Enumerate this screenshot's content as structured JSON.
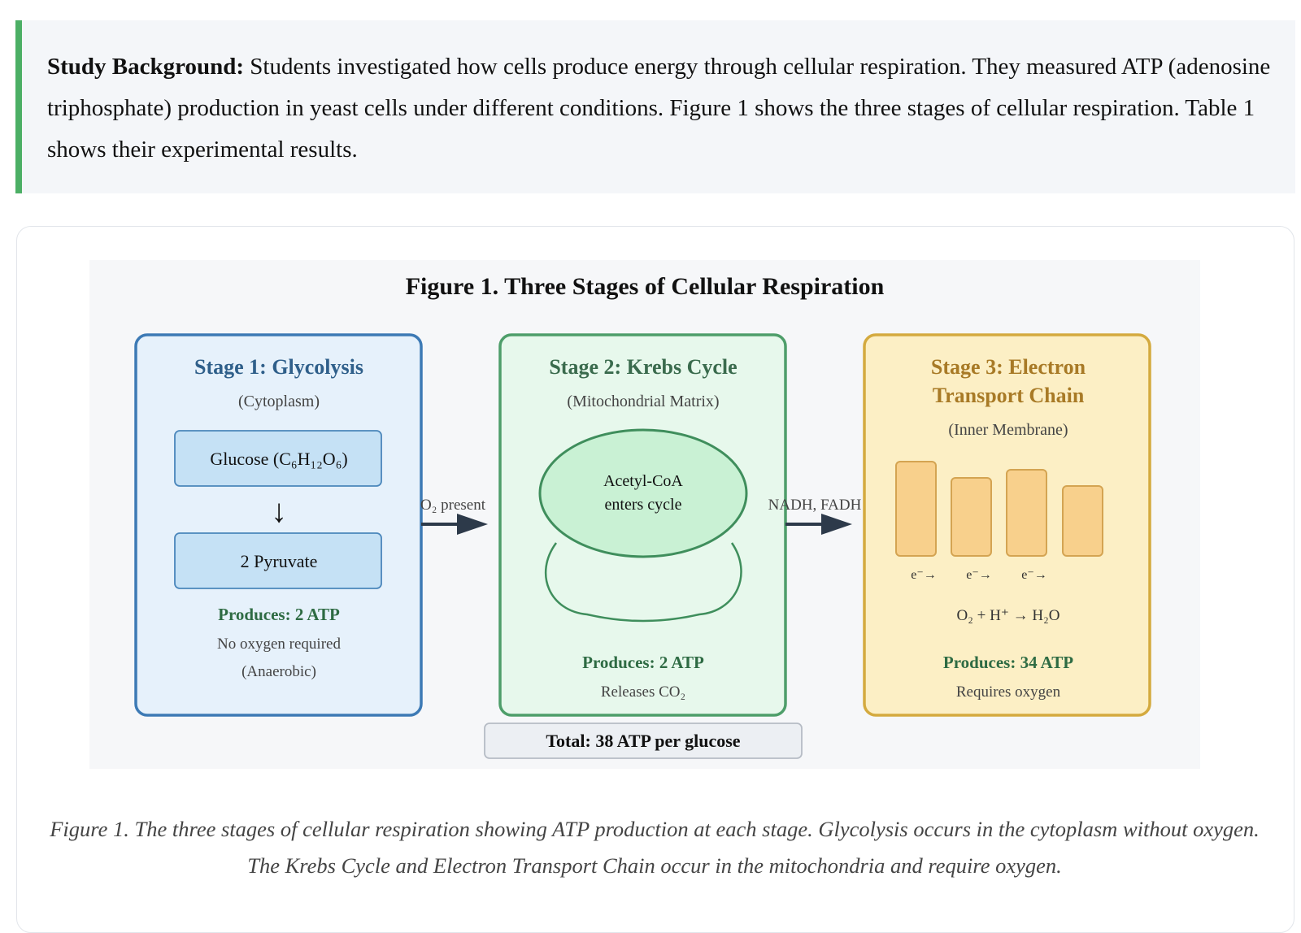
{
  "background": {
    "label": "Study Background:",
    "text": " Students investigated how cells produce energy through cellular respiration. They measured ATP (adenosine triphosphate) production in yeast cells under different conditions. Figure 1 shows the three stages of cellular respiration. Table 1 shows their experimental results."
  },
  "figure": {
    "title": "Figure 1. Three Stages of Cellular Respiration",
    "stage1": {
      "title": "Stage 1: Glycolysis",
      "location": "(Cytoplasm)",
      "input": "Glucose (C₆H₁₂O₆)",
      "arrow": "↓",
      "output": "2 Pyruvate",
      "produces": "Produces: 2 ATP",
      "note1": "No oxygen required",
      "note2": "(Anaerobic)"
    },
    "arrow1_label": "O₂ present",
    "stage2": {
      "title": "Stage 2: Krebs Cycle",
      "location": "(Mitochondrial Matrix)",
      "cycle_line1": "Acetyl-CoA",
      "cycle_line2": "enters cycle",
      "produces": "Produces: 2 ATP",
      "note": "Releases CO₂"
    },
    "arrow2_label": "NADH, FADH",
    "stage3": {
      "title_line1": "Stage 3: Electron",
      "title_line2": "Transport Chain",
      "location": "(Inner Membrane)",
      "electron_labels": [
        "e⁻→",
        "e⁻→",
        "e⁻→"
      ],
      "reaction": "O₂ + H⁺ → H₂O",
      "produces": "Produces: 34 ATP",
      "note": "Requires oxygen"
    },
    "total": "Total: 38 ATP per glucose"
  },
  "caption": "Figure 1. The three stages of cellular respiration showing ATP production at each stage. Glycolysis occurs in the cytoplasm without oxygen. The Krebs Cycle and Electron Transport Chain occur in the mitochondria and require oxygen.",
  "colors": {
    "stage1_border": "#3d7ab5",
    "stage1_fill": "#e6f1fb",
    "stage2_border": "#4e9e6a",
    "stage2_fill": "#e7f8ec",
    "stage3_border": "#d4aa3f",
    "stage3_fill": "#fcefc5",
    "produces_text": "#2e6b43",
    "accent_bar": "#4caf65"
  }
}
